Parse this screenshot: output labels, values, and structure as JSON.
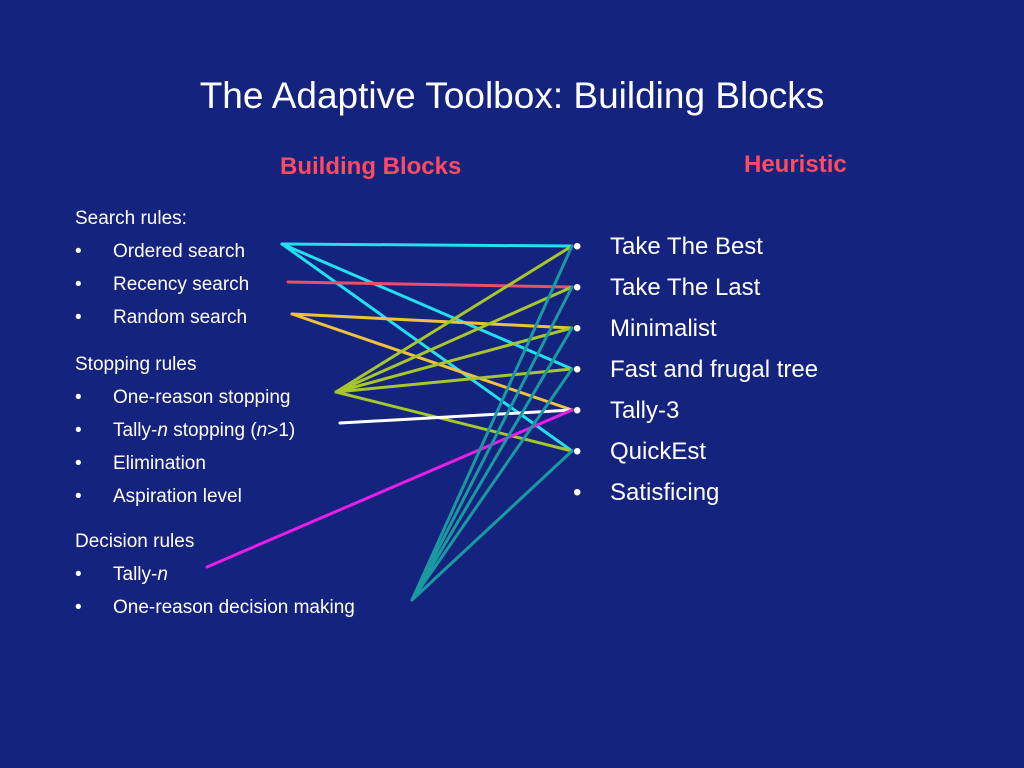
{
  "title": "The Adaptive Toolbox: Building Blocks",
  "columns": {
    "left_header": "Building Blocks",
    "right_header": "Heuristic"
  },
  "bullet": "•",
  "groups": [
    {
      "title": "Search rules:",
      "items": [
        "Ordered search",
        "Recency search",
        "Random search"
      ]
    },
    {
      "title": "Stopping rules",
      "items": [
        "One-reason stopping",
        "Tally-n stopping (n>1)",
        "Elimination",
        "Aspiration level"
      ]
    },
    {
      "title": "Decision rules",
      "items": [
        "Tally-n",
        "One-reason decision making"
      ]
    }
  ],
  "tally_n_stopping": {
    "pre": "Tally-",
    "n1": "n",
    "mid": " stopping (",
    "n2": "n",
    "post": ">1)"
  },
  "tally_n": {
    "pre": "Tally-",
    "n": "n"
  },
  "heuristics": [
    "Take The Best",
    "Take The Last",
    "Minimalist",
    "Fast and frugal tree",
    "Tally-3",
    "QuickEst",
    "Satisficing"
  ],
  "colors": {
    "background": "#14237e",
    "header": "#ff4a5f",
    "ordered_search": "#22e0f0",
    "recency_search": "#e8506a",
    "random_search": "#f0c23a",
    "one_reason_stopping": "#a6c62c",
    "tally_n_stopping": "#ffffff",
    "tally_n": "#e81ee8",
    "one_reason_decision": "#1a9aa0"
  },
  "connections": [
    {
      "from": "Ordered search",
      "to": "Take The Best"
    },
    {
      "from": "Ordered search",
      "to": "Fast and frugal tree"
    },
    {
      "from": "Ordered search",
      "to": "QuickEst"
    },
    {
      "from": "Recency search",
      "to": "Take The Last"
    },
    {
      "from": "Random search",
      "to": "Minimalist"
    },
    {
      "from": "Random search",
      "to": "Tally-3"
    },
    {
      "from": "One-reason stopping",
      "to": "Take The Best"
    },
    {
      "from": "One-reason stopping",
      "to": "Take The Last"
    },
    {
      "from": "One-reason stopping",
      "to": "Minimalist"
    },
    {
      "from": "One-reason stopping",
      "to": "Fast and frugal tree"
    },
    {
      "from": "One-reason stopping",
      "to": "QuickEst"
    },
    {
      "from": "Tally-n stopping (n>1)",
      "to": "Tally-3"
    },
    {
      "from": "Tally-n",
      "to": "Tally-3"
    },
    {
      "from": "One-reason decision making",
      "to": "Take The Best"
    },
    {
      "from": "One-reason decision making",
      "to": "Take The Last"
    },
    {
      "from": "One-reason decision making",
      "to": "Minimalist"
    },
    {
      "from": "One-reason decision making",
      "to": "Fast and frugal tree"
    },
    {
      "from": "One-reason decision making",
      "to": "QuickEst"
    }
  ]
}
